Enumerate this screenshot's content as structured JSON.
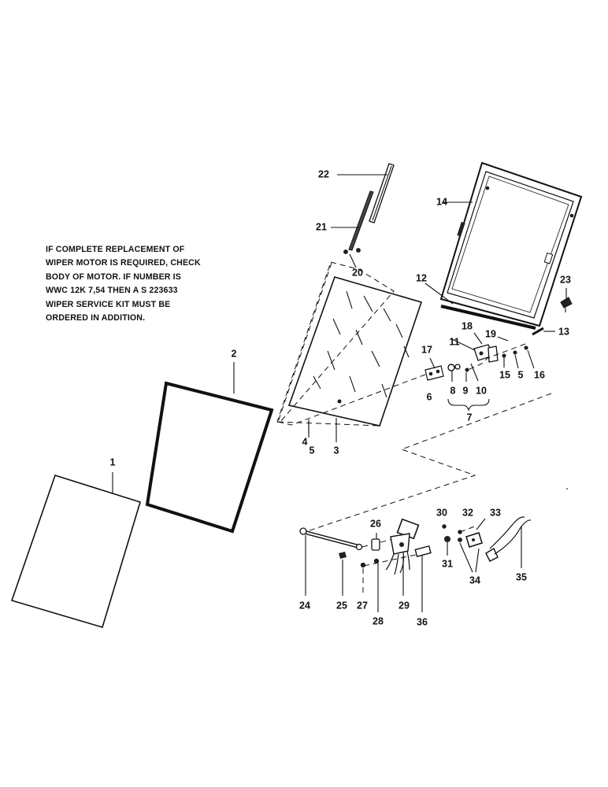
{
  "note": {
    "lines": [
      "IF COMPLETE REPLACEMENT OF",
      "WIPER MOTOR IS REQUIRED, CHECK",
      "BODY OF MOTOR. IF NUMBER IS",
      "WWC 12K 7,54 THEN A S 223633",
      "WIPER SERVICE KIT MUST BE",
      "ORDERED IN ADDITION."
    ]
  },
  "callouts": [
    "1",
    "2",
    "3",
    "4",
    "5",
    "5",
    "6",
    "7",
    "8",
    "9",
    "10",
    "11",
    "12",
    "13",
    "14",
    "15",
    "16",
    "17",
    "18",
    "19",
    "20",
    "21",
    "22",
    "23",
    "24",
    "25",
    "26",
    "27",
    "28",
    "29",
    "30",
    "31",
    "32",
    "33",
    "34",
    "35",
    "36"
  ]
}
